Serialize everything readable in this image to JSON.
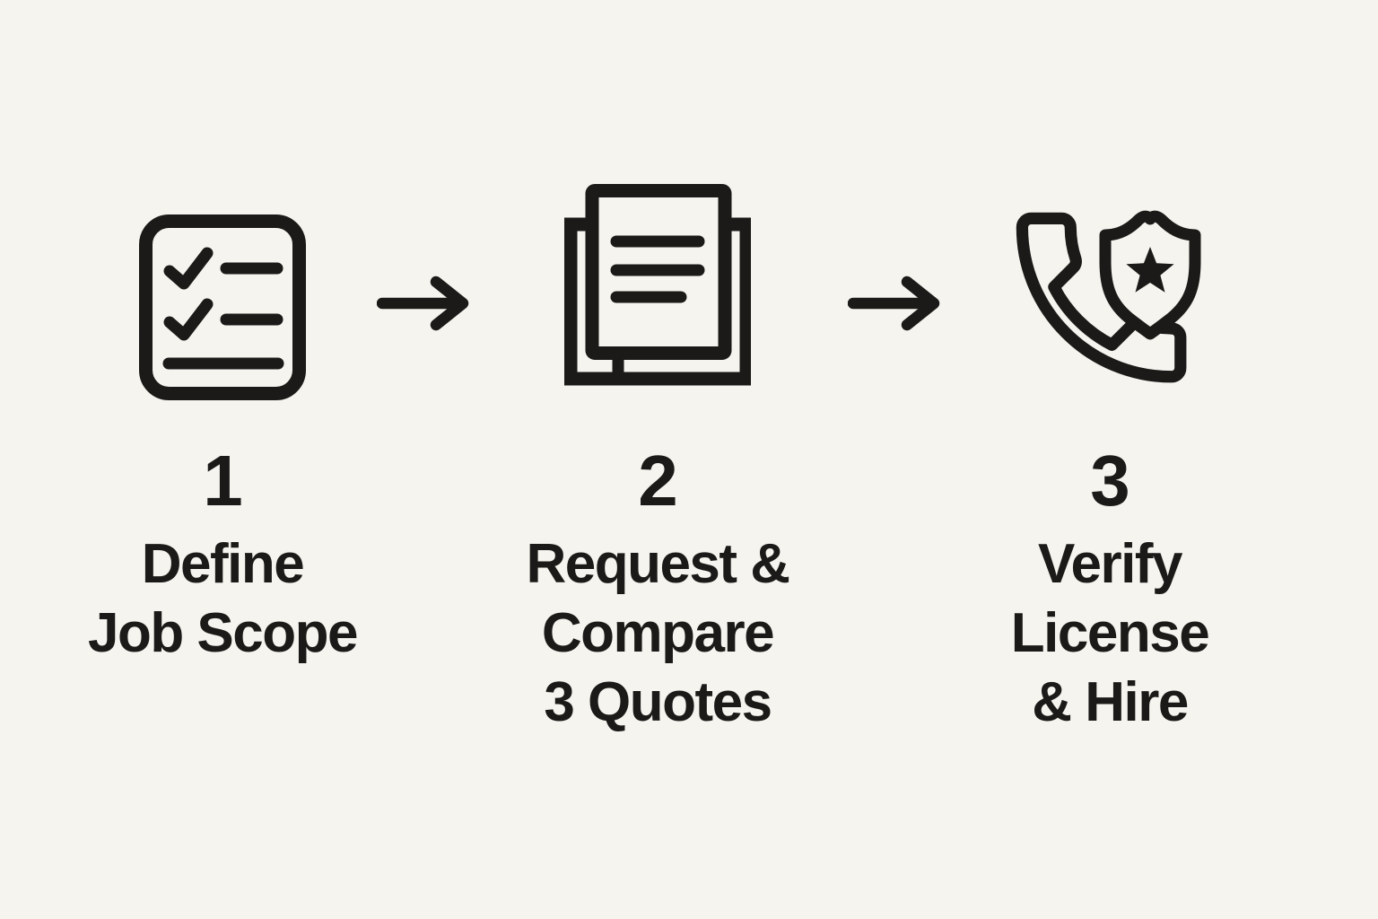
{
  "colors": {
    "bg": "#f6f4ef",
    "ink": "#1b1a18"
  },
  "steps": [
    {
      "number": "1",
      "label": "Define\nJob Scope",
      "icon": "checklist"
    },
    {
      "number": "2",
      "label": "Request &\nCompare\n3 Quotes",
      "icon": "stacked-documents"
    },
    {
      "number": "3",
      "label": "Verify\nLicense\n& Hire",
      "icon": "phone-shield"
    }
  ],
  "arrows": [
    {
      "icon": "arrow-right"
    },
    {
      "icon": "arrow-right"
    }
  ]
}
